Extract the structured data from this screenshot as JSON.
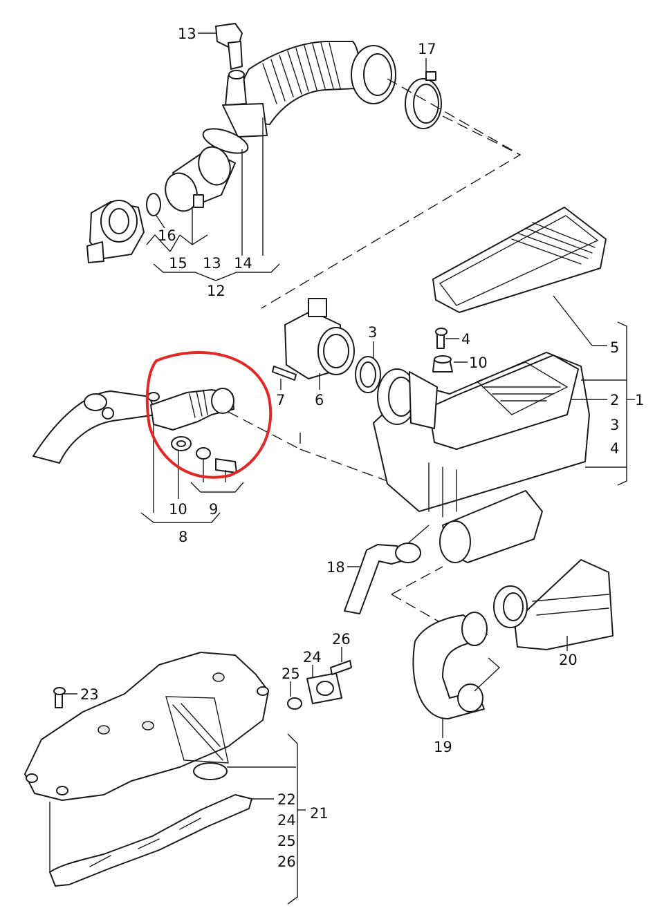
{
  "highlight_color": "#e32626",
  "line_color": "#1a1a1a",
  "callouts": {
    "c13_top": "13",
    "c17": "17",
    "c16": "16",
    "c15": "15",
    "c13_group": "13",
    "c14": "14",
    "c12": "12",
    "c3": "3",
    "c4_bolt": "4",
    "c10_right": "10",
    "c5": "5",
    "c7": "7",
    "c6": "6",
    "c2": "2",
    "c1": "1",
    "c3_list": "3",
    "c4_list": "4",
    "c10_left": "10",
    "c9": "9",
    "c8": "8",
    "c18": "18",
    "c26_top": "26",
    "c24_top": "24",
    "c25_top": "25",
    "c23": "23",
    "c20": "20",
    "c19": "19",
    "c22": "22",
    "c21": "21",
    "c24_list": "24",
    "c25_list": "25",
    "c26_list": "26"
  }
}
